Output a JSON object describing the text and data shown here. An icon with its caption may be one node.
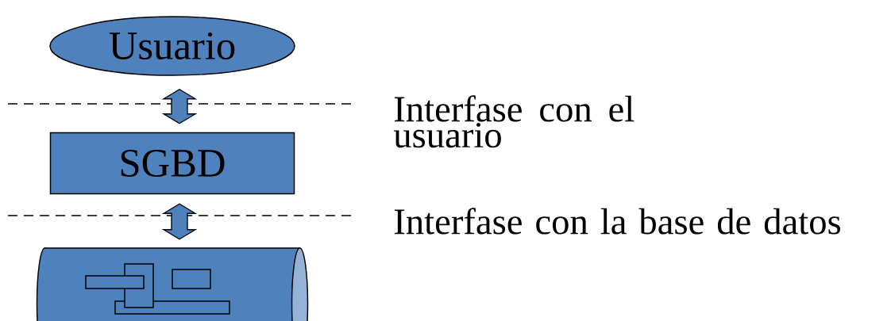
{
  "diagram": {
    "nodes": [
      {
        "text": [
          "Usuario"
        ]
      },
      {
        "text": [
          "SGBD"
        ]
      },
      {
        "text": [],
        "shape": "cylinder"
      }
    ],
    "edges": [
      {
        "from": 0,
        "to": 1,
        "arrow": "both"
      },
      {
        "from": 1,
        "to": 2,
        "arrow": "both"
      }
    ],
    "labels": [
      "Interfase con el usuario",
      "Interfase con la base de datos"
    ]
  }
}
